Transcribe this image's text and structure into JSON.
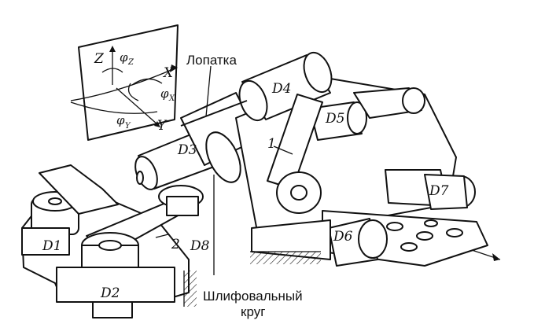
{
  "axes": {
    "z": "Z",
    "phi_z": "φ",
    "phi_z_sub": "Z",
    "x": "X",
    "phi_x": "φ",
    "phi_x_sub": "X",
    "y": "Y",
    "phi_y": "φ",
    "phi_y_sub": "Y"
  },
  "labels": {
    "lopatka": "Лопатка",
    "krug_line1": "Шлифовальный",
    "krug_line2": "круг",
    "D1": "D1",
    "D2": "D2",
    "D3": "D3",
    "D4": "D4",
    "D5": "D5",
    "D6": "D6",
    "D7": "D7",
    "D8": "D8",
    "n1": "1",
    "n2": "2"
  }
}
